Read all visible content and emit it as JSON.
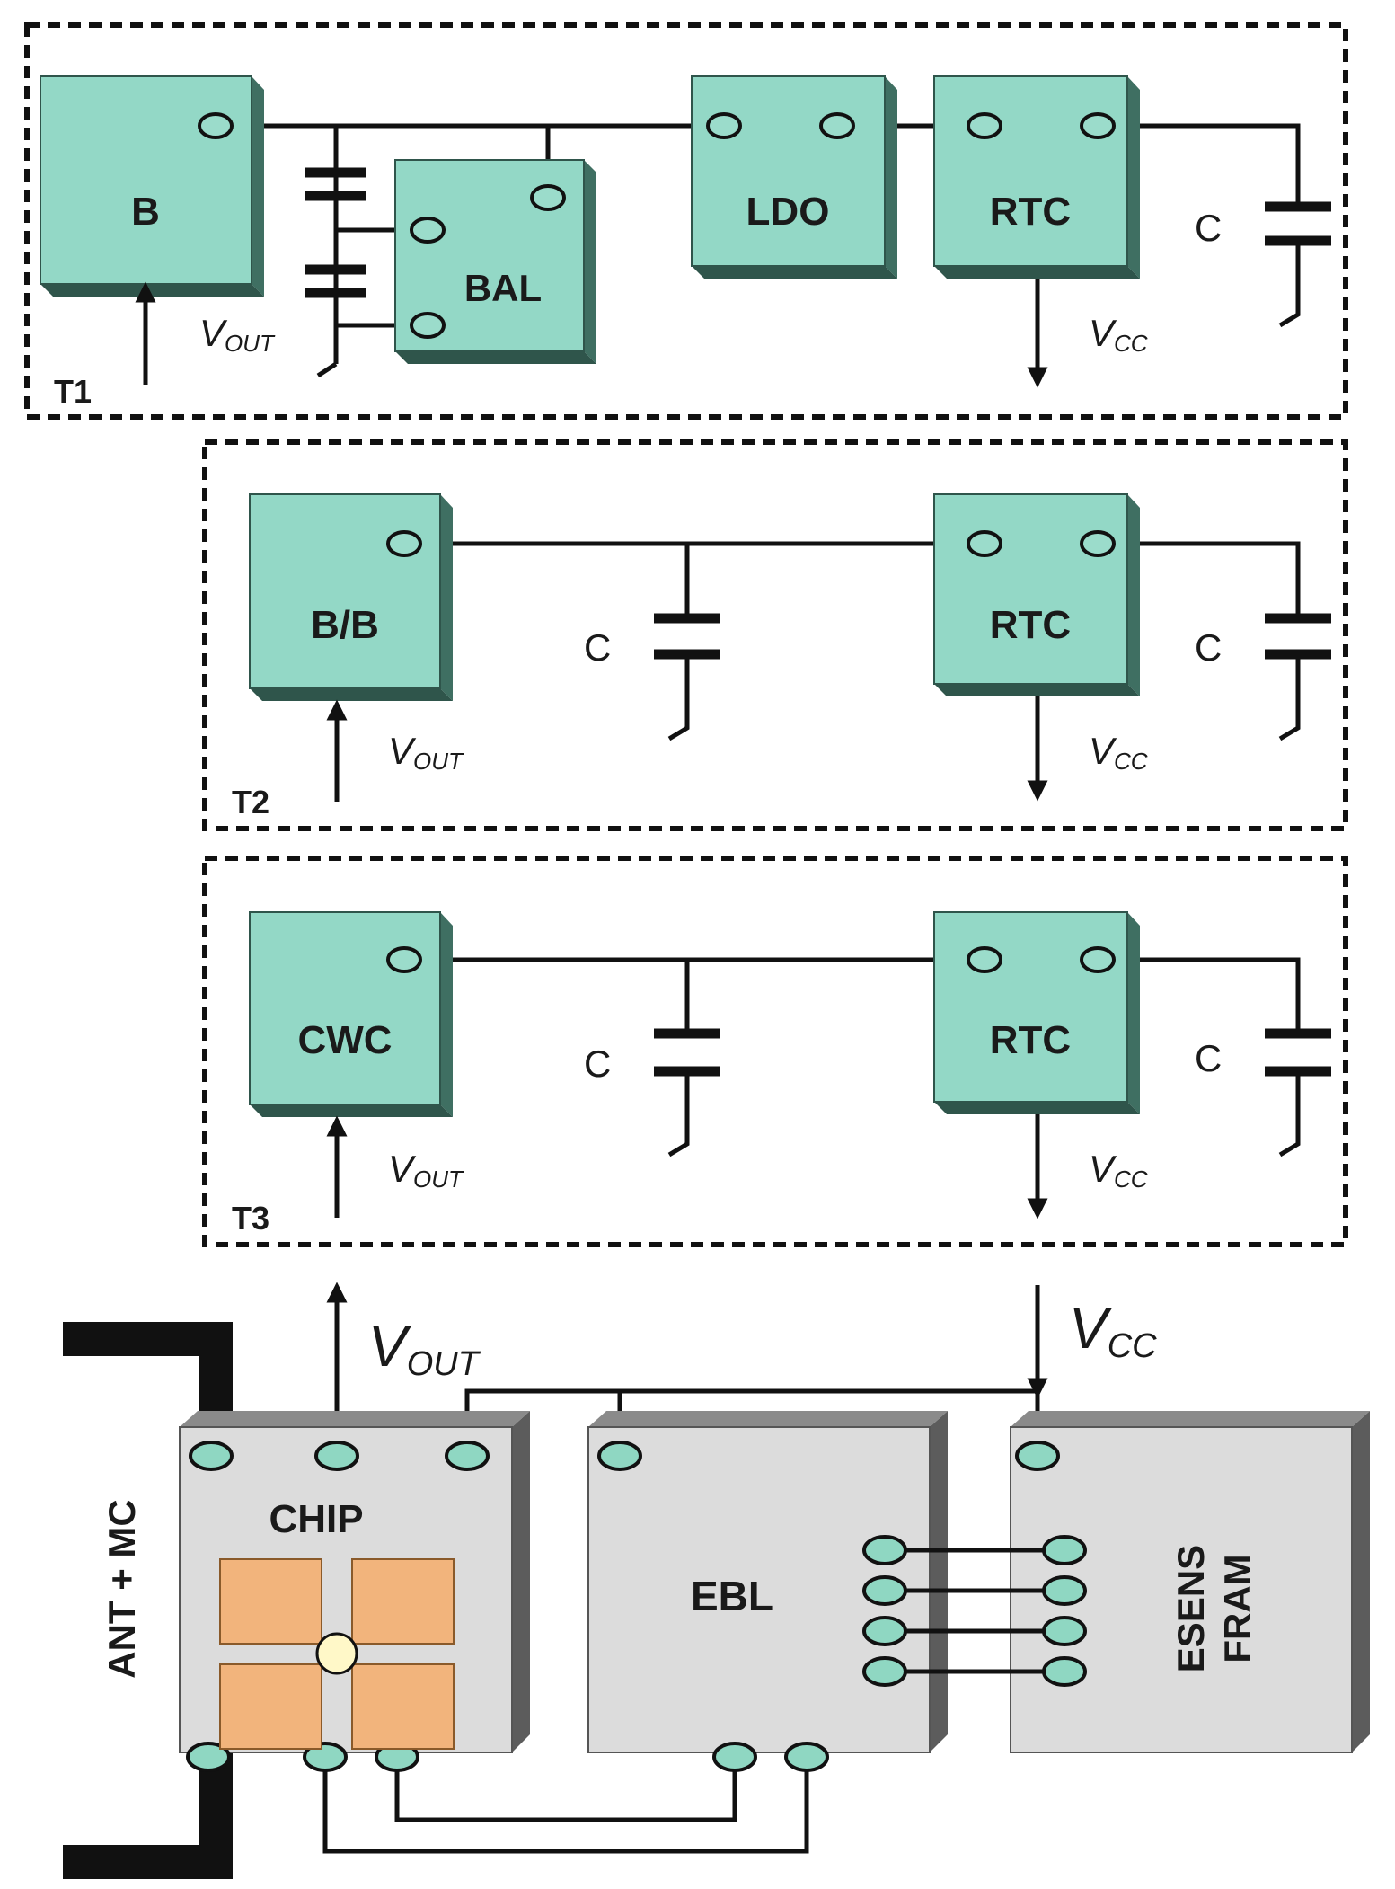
{
  "diagram": {
    "t1": {
      "label": "T1",
      "blocks": {
        "b": "B",
        "bal": "BAL",
        "ldo": "LDO",
        "rtc": "RTC"
      },
      "cap_label": "C",
      "vout": {
        "v": "V",
        "sub": "OUT"
      },
      "vcc": {
        "v": "V",
        "sub": "CC"
      }
    },
    "t2": {
      "label": "T2",
      "blocks": {
        "source": "B/B",
        "rtc": "RTC"
      },
      "cap_label_1": "C",
      "cap_label_2": "C",
      "vout": {
        "v": "V",
        "sub": "OUT"
      },
      "vcc": {
        "v": "V",
        "sub": "CC"
      }
    },
    "t3": {
      "label": "T3",
      "blocks": {
        "source": "CWC",
        "rtc": "RTC"
      },
      "cap_label_1": "C",
      "cap_label_2": "C",
      "vout": {
        "v": "V",
        "sub": "OUT"
      },
      "vcc": {
        "v": "V",
        "sub": "CC"
      }
    },
    "bottom": {
      "vout": {
        "v": "V",
        "sub": "OUT"
      },
      "vcc": {
        "v": "V",
        "sub": "CC"
      },
      "chip": "CHIP",
      "ant": "ANT + MC",
      "ebl": "EBL",
      "esens_line1": "ESENS",
      "esens_line2": "FRAM"
    },
    "colors": {
      "teal_block": "#93d8c6",
      "teal_side": "#3f6f62",
      "grey_block": "#dcdcdc",
      "grey_side": "#5c5c5c",
      "chip_square": "#f2b47c",
      "chip_center": "#fff8c8"
    }
  }
}
